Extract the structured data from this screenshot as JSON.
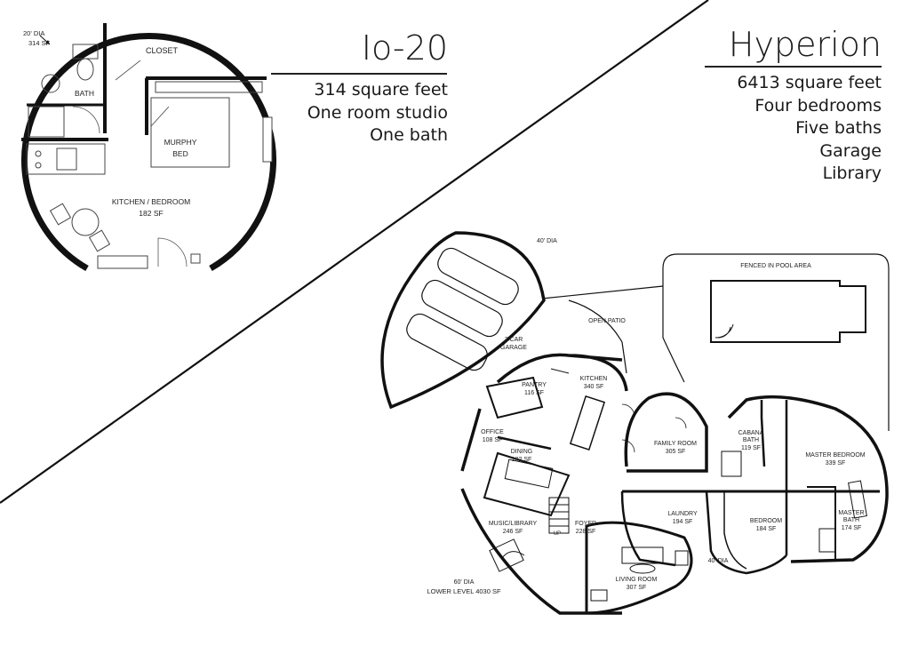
{
  "left_plan": {
    "title": "Io-20",
    "stats": [
      "314 square feet",
      "One room studio",
      "One bath"
    ],
    "dia_label": "20' DIA",
    "dia_area": "314 SF",
    "rooms": {
      "closet": "CLOSET",
      "bath": "BATH",
      "murphy_1": "MURPHY",
      "murphy_2": "BED",
      "kitchen_1": "KITCHEN / BEDROOM",
      "kitchen_2": "182 SF"
    }
  },
  "right_plan": {
    "title": "Hyperion",
    "stats": [
      "6413 square feet",
      "Four bedrooms",
      "Five baths",
      "Garage",
      "Library"
    ],
    "rooms": {
      "dia40_top": "40' DIA",
      "pool": "FENCED IN POOL AREA",
      "patio": "OPEN PATIO",
      "garage_1": "3 CAR",
      "garage_2": "GARAGE",
      "pantry_1": "PANTRY",
      "pantry_2": "116 SF",
      "kitchen_1": "KITCHEN",
      "kitchen_2": "340 SF",
      "office_1": "OFFICE",
      "office_2": "108 SF",
      "dining_1": "DINING",
      "dining_2": "182 SF",
      "family_1": "FAMILY ROOM",
      "family_2": "305 SF",
      "cabana_1": "CABANA",
      "cabana_2": "BATH",
      "cabana_3": "119 SF",
      "master_1": "MASTER BEDROOM",
      "master_2": "339 SF",
      "music_1": "MUSIC/LIBRARY",
      "music_2": "246 SF",
      "foyer_1": "FOYER",
      "foyer_2": "228 SF",
      "up": "UP",
      "laundry_1": "LAUNDRY",
      "laundry_2": "194 SF",
      "bedroom_1": "BEDROOM",
      "bedroom_2": "184 SF",
      "mbath_1": "MASTER",
      "mbath_2": "BATH",
      "mbath_3": "174 SF",
      "living_1": "LIVING ROOM",
      "living_2": "307 SF",
      "dia40_bottom": "40' DIA",
      "dia60": "60' DIA",
      "lower": "LOWER LEVEL 4030 SF"
    }
  }
}
